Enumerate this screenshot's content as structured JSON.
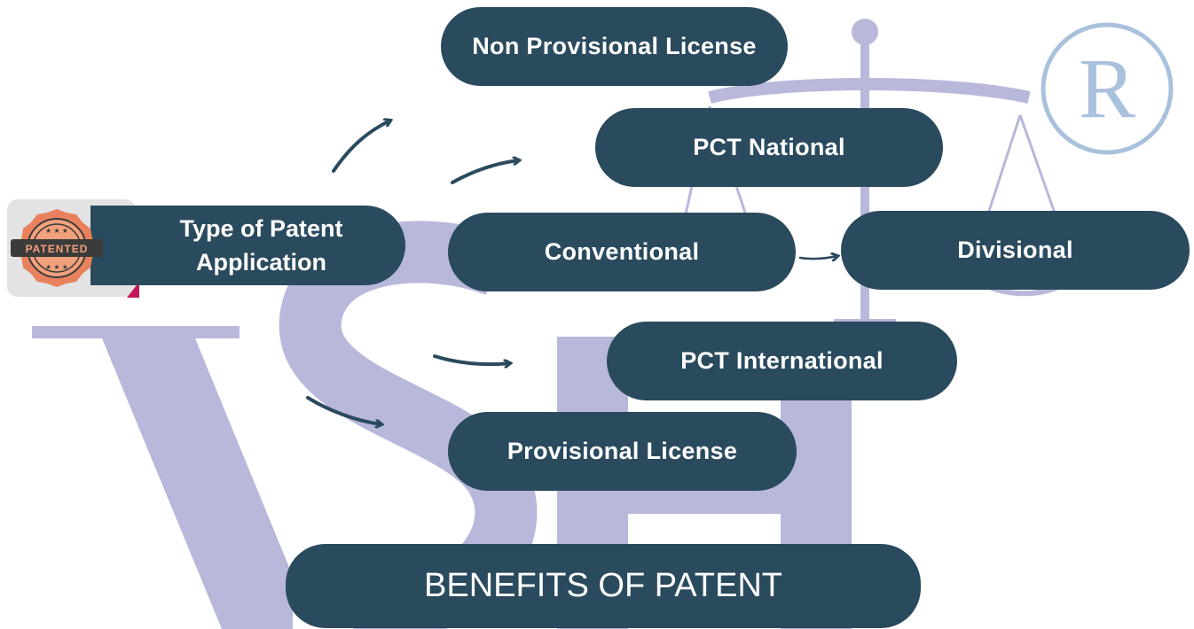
{
  "root": {
    "line1": "Type of Patent",
    "line2": "Application",
    "seal_text": "PATENTED",
    "seal_icon": "patented-seal-icon"
  },
  "types": {
    "non_provisional": "Non Provisional License",
    "pct_national": "PCT National",
    "conventional": "Conventional",
    "divisional": "Divisional",
    "pct_international": "PCT International",
    "provisional": "Provisional License"
  },
  "footer": {
    "benefits": "BENEFITS OF PATENT"
  },
  "watermark": {
    "letters": "VSH",
    "registered_mark": "R",
    "scale_icon": "scales-of-justice-icon"
  },
  "colors": {
    "pill": "#2a4a5d",
    "watermark": "#b9b9dc",
    "seal": "#e8825e",
    "accent": "#c2185b"
  }
}
